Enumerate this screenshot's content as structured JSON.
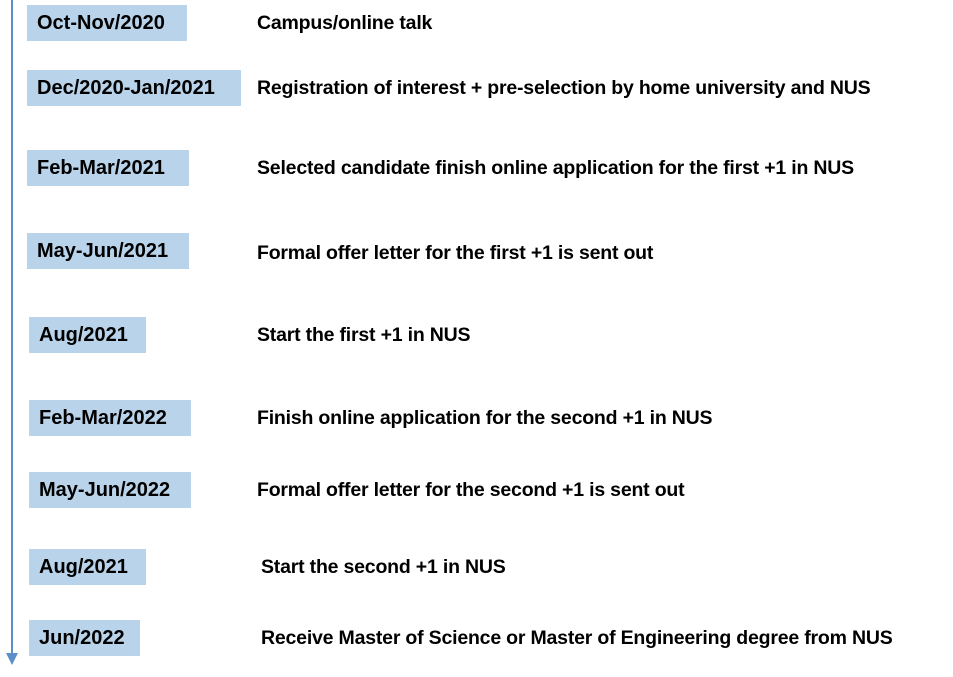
{
  "timeline": {
    "axis_color": "#5b8fc9",
    "date_box_color": "#b9d3ea",
    "steps": [
      {
        "date": "Oct-Nov/2020",
        "description": "Campus/online talk"
      },
      {
        "date": "Dec/2020-Jan/2021",
        "description": "Registration of interest + pre-selection by home university and NUS"
      },
      {
        "date": "Feb-Mar/2021",
        "description": "Selected candidate finish online application for the first +1 in NUS"
      },
      {
        "date": "May-Jun/2021",
        "description": "Formal offer letter for the first +1 is sent out"
      },
      {
        "date": "Aug/2021",
        "description": "Start the first +1 in NUS"
      },
      {
        "date": "Feb-Mar/2022",
        "description": "Finish online application for the second +1 in NUS"
      },
      {
        "date": "May-Jun/2022",
        "description": "Formal offer letter for the second +1 is sent out"
      },
      {
        "date": "Aug/2021",
        "description": "Start the second +1 in NUS"
      },
      {
        "date": "Jun/2022",
        "description": "Receive Master of Science or Master of Engineering degree from NUS"
      }
    ]
  }
}
